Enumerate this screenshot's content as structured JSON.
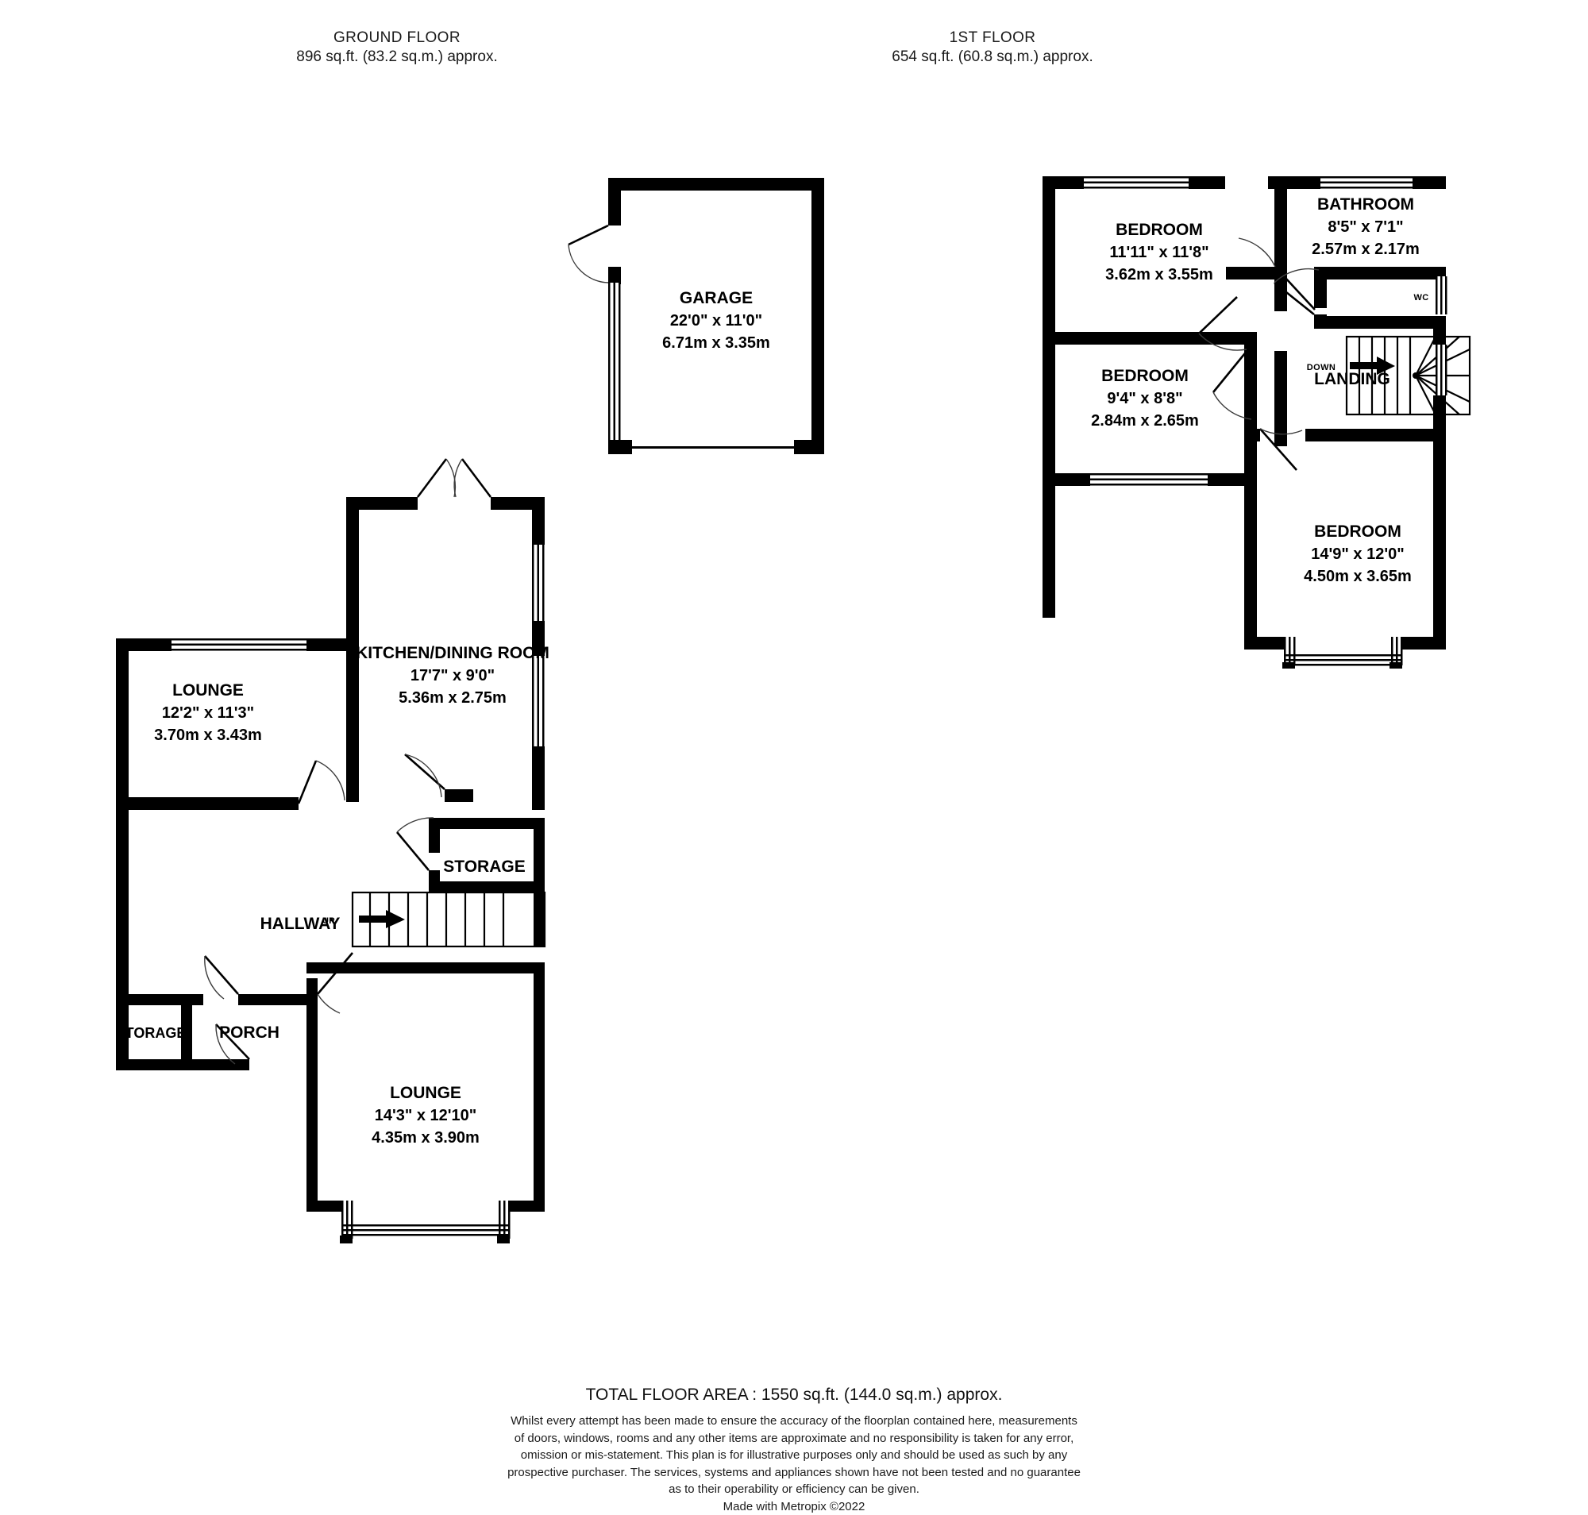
{
  "floors": [
    {
      "id": "ground",
      "title": "GROUND FLOOR",
      "area": "896 sq.ft. (83.2 sq.m.) approx.",
      "rooms": [
        {
          "name": "GARAGE",
          "imperial": "22'0\"  x 11'0\"",
          "metric": "6.71m  x 3.35m"
        },
        {
          "name": "KITCHEN/DINING ROOM",
          "imperial": "17'7\"  x 9'0\"",
          "metric": "5.36m  x 2.75m"
        },
        {
          "name": "LOUNGE",
          "imperial": "12'2\"  x 11'3\"",
          "metric": "3.70m  x 3.43m"
        },
        {
          "name": "LOUNGE",
          "imperial": "14'3\"  x 12'10\"",
          "metric": "4.35m  x 3.90m"
        },
        {
          "name": "STORAGE",
          "imperial": "",
          "metric": ""
        },
        {
          "name": "HALLWAY",
          "imperial": "",
          "metric": ""
        },
        {
          "name": "PORCH",
          "imperial": "",
          "metric": ""
        },
        {
          "name": "STORAGE",
          "imperial": "",
          "metric": ""
        }
      ],
      "stair_direction": "UP"
    },
    {
      "id": "first",
      "title": "1ST FLOOR",
      "area": "654 sq.ft. (60.8 sq.m.) approx.",
      "rooms": [
        {
          "name": "BEDROOM",
          "imperial": "11'11\"  x 11'8\"",
          "metric": "3.62m  x 3.55m"
        },
        {
          "name": "BATHROOM",
          "imperial": "8'5\"  x 7'1\"",
          "metric": "2.57m  x 2.17m"
        },
        {
          "name": "WC",
          "imperial": "",
          "metric": ""
        },
        {
          "name": "BEDROOM",
          "imperial": "9'4\"  x 8'8\"",
          "metric": "2.84m  x 2.65m"
        },
        {
          "name": "LANDING",
          "imperial": "",
          "metric": ""
        },
        {
          "name": "BEDROOM",
          "imperial": "14'9\"  x 12'0\"",
          "metric": "4.50m  x 3.65m"
        }
      ],
      "stair_direction": "DOWN"
    }
  ],
  "ground": {
    "title": "GROUND FLOOR",
    "area": "896 sq.ft. (83.2 sq.m.) approx.",
    "garage": {
      "name": "GARAGE",
      "imperial": "22'0\"  x 11'0\"",
      "metric": "6.71m  x 3.35m"
    },
    "kitchen": {
      "name": "KITCHEN/DINING ROOM",
      "imperial": "17'7\"  x 9'0\"",
      "metric": "5.36m  x 2.75m"
    },
    "lounge1": {
      "name": "LOUNGE",
      "imperial": "12'2\"  x 11'3\"",
      "metric": "3.70m  x 3.43m"
    },
    "lounge2": {
      "name": "LOUNGE",
      "imperial": "14'3\"  x 12'10\"",
      "metric": "4.35m  x 3.90m"
    },
    "storage": {
      "name": "STORAGE"
    },
    "hallway": {
      "name": "HALLWAY"
    },
    "porch": {
      "name": "PORCH"
    },
    "storage_small": {
      "name": "STORAGE"
    },
    "stairs": {
      "direction": "UP"
    }
  },
  "first": {
    "title": "1ST FLOOR",
    "area": "654 sq.ft. (60.8 sq.m.) approx.",
    "bedroom1": {
      "name": "BEDROOM",
      "imperial": "11'11\"  x 11'8\"",
      "metric": "3.62m  x 3.55m"
    },
    "bathroom": {
      "name": "BATHROOM",
      "imperial": "8'5\"  x 7'1\"",
      "metric": "2.57m  x 2.17m"
    },
    "wc": {
      "name": "WC"
    },
    "bedroom2": {
      "name": "BEDROOM",
      "imperial": "9'4\"  x 8'8\"",
      "metric": "2.84m  x 2.65m"
    },
    "landing": {
      "name": "LANDING"
    },
    "bedroom3": {
      "name": "BEDROOM",
      "imperial": "14'9\"  x 12'0\"",
      "metric": "4.50m  x 3.65m"
    },
    "stairs": {
      "direction": "DOWN"
    }
  },
  "footer": {
    "total_area": "TOTAL FLOOR AREA : 1550 sq.ft. (144.0 sq.m.) approx.",
    "disclaimer_lines": [
      "Whilst every attempt has been made to ensure the accuracy of the floorplan contained here, measurements",
      "of doors, windows, rooms and any other items are approximate and no responsibility is taken for any error,",
      "omission or mis-statement. This plan is for illustrative purposes only and should be used as such by any",
      "prospective purchaser. The services, systems and appliances shown have not been tested and no guarantee",
      "as to their operability or efficiency can be given."
    ],
    "disclaimer_l1": "Whilst every attempt has been made to ensure the accuracy of the floorplan contained here, measurements",
    "disclaimer_l2": "of doors, windows, rooms and any other items are approximate and no responsibility is taken for any error,",
    "disclaimer_l3": "omission or mis-statement. This plan is for illustrative purposes only and should be used as such by any",
    "disclaimer_l4": "prospective purchaser. The services, systems and appliances shown have not been tested and no guarantee",
    "disclaimer_l5": "as to their operability or efficiency can be given.",
    "made_with": "Made with Metropix ©2022"
  },
  "colors": {
    "wall": "#000000",
    "background": "#ffffff",
    "text": "#000000",
    "door_arc": "#3b3b3b"
  }
}
